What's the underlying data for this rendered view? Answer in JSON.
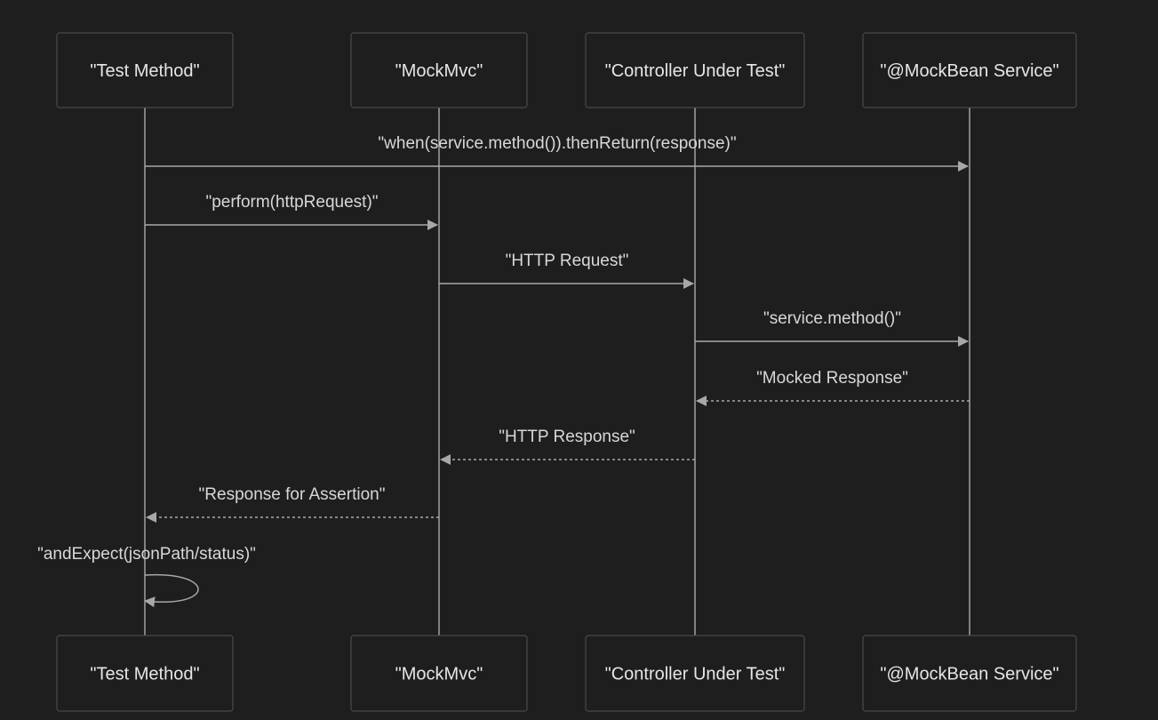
{
  "participants": [
    {
      "id": "test",
      "label": "\"Test Method\""
    },
    {
      "id": "mvc",
      "label": "\"MockMvc\""
    },
    {
      "id": "ctrl",
      "label": "\"Controller Under Test\""
    },
    {
      "id": "svc",
      "label": "\"@MockBean Service\""
    }
  ],
  "messages": [
    {
      "from": "test",
      "to": "svc",
      "label": "\"when(service.method()).thenReturn(response)\"",
      "style": "solid"
    },
    {
      "from": "test",
      "to": "mvc",
      "label": "\"perform(httpRequest)\"",
      "style": "solid"
    },
    {
      "from": "mvc",
      "to": "ctrl",
      "label": "\"HTTP Request\"",
      "style": "solid"
    },
    {
      "from": "ctrl",
      "to": "svc",
      "label": "\"service.method()\"",
      "style": "solid"
    },
    {
      "from": "svc",
      "to": "ctrl",
      "label": "\"Mocked Response\"",
      "style": "dashed"
    },
    {
      "from": "ctrl",
      "to": "mvc",
      "label": "\"HTTP Response\"",
      "style": "dashed"
    },
    {
      "from": "mvc",
      "to": "test",
      "label": "\"Response for Assertion\"",
      "style": "dashed"
    },
    {
      "from": "test",
      "to": "test",
      "label": "\"andExpect(jsonPath/status)\"",
      "style": "solid"
    }
  ]
}
